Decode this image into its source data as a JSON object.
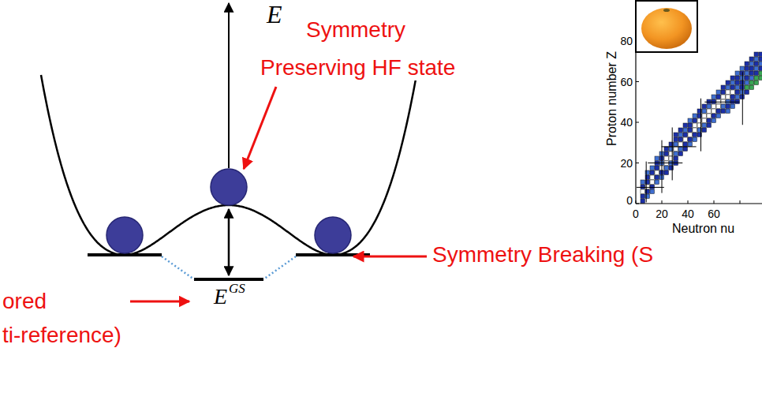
{
  "diagram": {
    "labels": [
      "E",
      "Symmetry",
      "Preserving HF state",
      "Proton number Z",
      "80",
      "60",
      "40",
      "20",
      "0",
      "0",
      "20",
      "40",
      "60",
      "Neutron nu",
      "Symmetry Breaking (S",
      "ored",
      "ti-reference)",
      "E",
      "GS"
    ]
  }
}
